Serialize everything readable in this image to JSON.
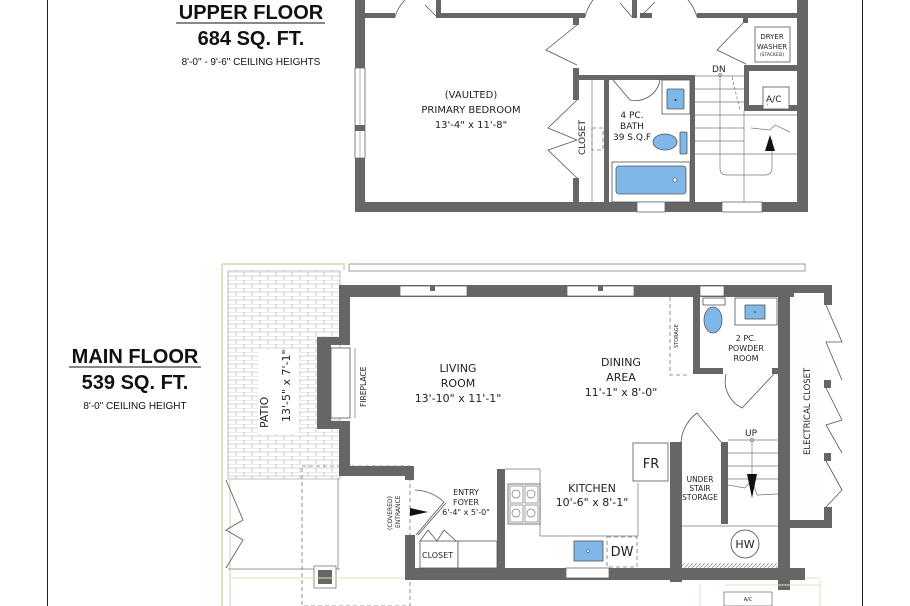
{
  "upper_floor": {
    "title": "UPPER FLOOR",
    "area": "684 SQ. FT.",
    "ceiling": "8'-0\" - 9'-6\" CEILING HEIGHTS",
    "rooms": {
      "bedroom_note": "(VAULTED)",
      "bedroom_name": "PRIMARY BEDROOM",
      "bedroom_dims": "13'-4\" x 11'-8\"",
      "closet": "CLOSET",
      "bath_l1": "4 PC.",
      "bath_l2": "BATH",
      "bath_l3": "39 S.Q.F",
      "dryer": "DRYER",
      "washer": "WASHER",
      "stacked": "(STACKED)",
      "ac": "A/C",
      "stair": "DN"
    }
  },
  "main_floor": {
    "title": "MAIN FLOOR",
    "area": "539 SQ. FT.",
    "ceiling": "8'-0\" CEILING HEIGHT",
    "rooms": {
      "patio_name": "PATIO",
      "patio_dims": "13'-5\" x 7'-1\"",
      "fireplace": "FIREPLACE",
      "living_l1": "LIVING",
      "living_l2": "ROOM",
      "living_dims": "13'-10\" x 11'-1\"",
      "dining_l1": "DINING",
      "dining_l2": "AREA",
      "dining_dims": "11'-1\" x 8'-0\"",
      "storage": "STORAGE",
      "powder_l1": "2 PC.",
      "powder_l2": "POWDER",
      "powder_l3": "ROOM",
      "electrical": "ELECTRICAL CLOSET",
      "stair": "UP",
      "understair_l1": "UNDER",
      "understair_l2": "STAIR",
      "understair_l3": "STORAGE",
      "hw": "HW",
      "fridge": "FR",
      "kitchen_name": "KITCHEN",
      "kitchen_dims": "10'-6\" x 8'-1\"",
      "dishwasher": "DW",
      "foyer_l1": "ENTRY",
      "foyer_l2": "FOYER",
      "foyer_dims": "6'-4\" x 5'-0\"",
      "entrance_l1": "(COVERED)",
      "entrance_l2": "ENTRANCE",
      "closet": "CLOSET",
      "ac": "A/C"
    }
  },
  "colors": {
    "wall": "#666666",
    "fixture_blue": "#7fb8e8",
    "patio_border": "#e8dcc0"
  }
}
